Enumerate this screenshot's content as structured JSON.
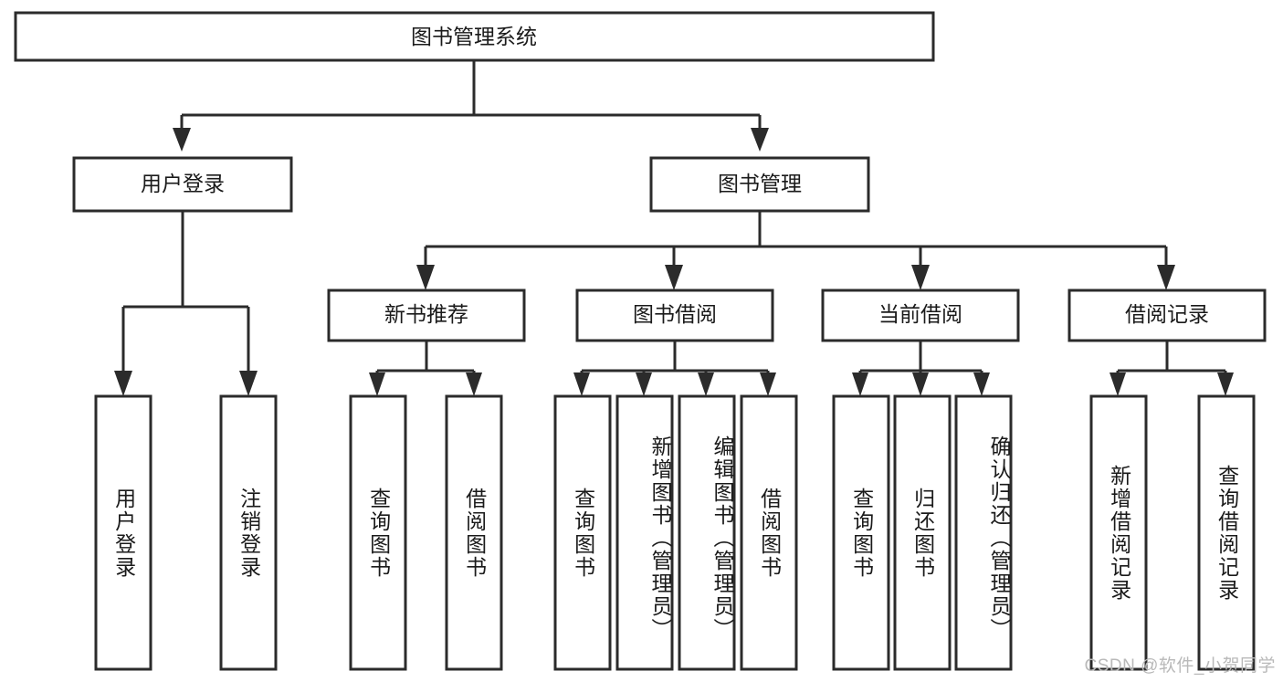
{
  "diagram": {
    "title": "图书管理系统",
    "watermark": "CSDN @软件_小贺同学",
    "stroke_color": "#2b2b2b",
    "fill_color": "#ffffff",
    "text_color": "#1a1a1a",
    "watermark_color": "#b9b9b9",
    "type": "tree-hierarchy-diagram",
    "levels": [
      {
        "level": 1,
        "nodes": [
          "图书管理系统"
        ]
      },
      {
        "level": 2,
        "nodes": [
          "用户登录",
          "图书管理"
        ]
      },
      {
        "level": 3,
        "nodes": [
          "新书推荐",
          "图书借阅",
          "当前借阅",
          "借阅记录"
        ]
      },
      {
        "level": 4,
        "nodes": [
          "用户登录",
          "注销登录",
          "查询图书",
          "借阅图书",
          "查询图书",
          "新增图书（管理员）",
          "编辑图书（管理员）",
          "借阅图书",
          "查询图书",
          "归还图书",
          "确认归还（管理员）",
          "新增借阅记录",
          "查询借阅记录"
        ]
      }
    ],
    "root": {
      "label": "图书管理系统",
      "children": [
        {
          "label": "用户登录",
          "children": [
            {
              "label": "用户登录"
            },
            {
              "label": "注销登录"
            }
          ]
        },
        {
          "label": "图书管理",
          "children": [
            {
              "label": "新书推荐",
              "children": [
                {
                  "label": "查询图书"
                },
                {
                  "label": "借阅图书"
                }
              ]
            },
            {
              "label": "图书借阅",
              "children": [
                {
                  "label": "查询图书"
                },
                {
                  "label": "新增图书（管理员）"
                },
                {
                  "label": "编辑图书（管理员）"
                },
                {
                  "label": "借阅图书"
                }
              ]
            },
            {
              "label": "当前借阅",
              "children": [
                {
                  "label": "查询图书"
                },
                {
                  "label": "归还图书"
                },
                {
                  "label": "确认归还（管理员）"
                }
              ]
            },
            {
              "label": "借阅记录",
              "children": [
                {
                  "label": "新增借阅记录"
                },
                {
                  "label": "查询借阅记录"
                }
              ]
            }
          ]
        }
      ]
    },
    "nodes": {
      "root": "图书管理系统",
      "l2_user_login": "用户登录",
      "l2_book_mgmt": "图书管理",
      "l3_new_book": "新书推荐",
      "l3_borrow": "图书借阅",
      "l3_current": "当前借阅",
      "l3_record": "借阅记录",
      "l4_user_login": "用户登录",
      "l4_logout": "注销登录",
      "l4_nb_query": "查询图书",
      "l4_nb_borrow": "借阅图书",
      "l4_bb_query": "查询图书",
      "l4_bb_add": "新增图书（管理员）",
      "l4_bb_edit": "编辑图书（管理员）",
      "l4_bb_borrow": "借阅图书",
      "l4_cb_query": "查询图书",
      "l4_cb_return": "归还图书",
      "l4_cb_confirm": "确认归还（管理员）",
      "l4_br_add": "新增借阅记录",
      "l4_br_query": "查询借阅记录"
    }
  }
}
